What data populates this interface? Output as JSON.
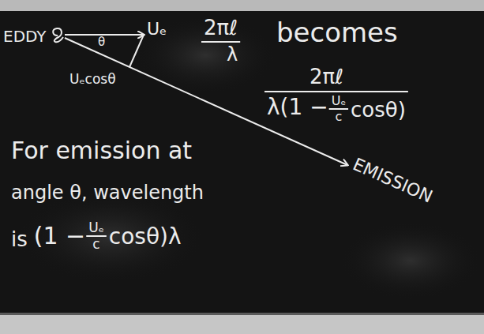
{
  "diagram": {
    "labels": [
      "EDDY",
      "θ",
      "Uₑ",
      "Uₑcosθ",
      "2πℓ",
      "λ",
      "becomes",
      "2πℓ",
      "λ(1 −",
      "Uₑ",
      "c",
      "cosθ)",
      "EMISSION",
      "For emission at",
      "angle θ, wavelength",
      "is",
      "(1 −",
      "Uₑ",
      "c",
      "cosθ)λ"
    ]
  }
}
